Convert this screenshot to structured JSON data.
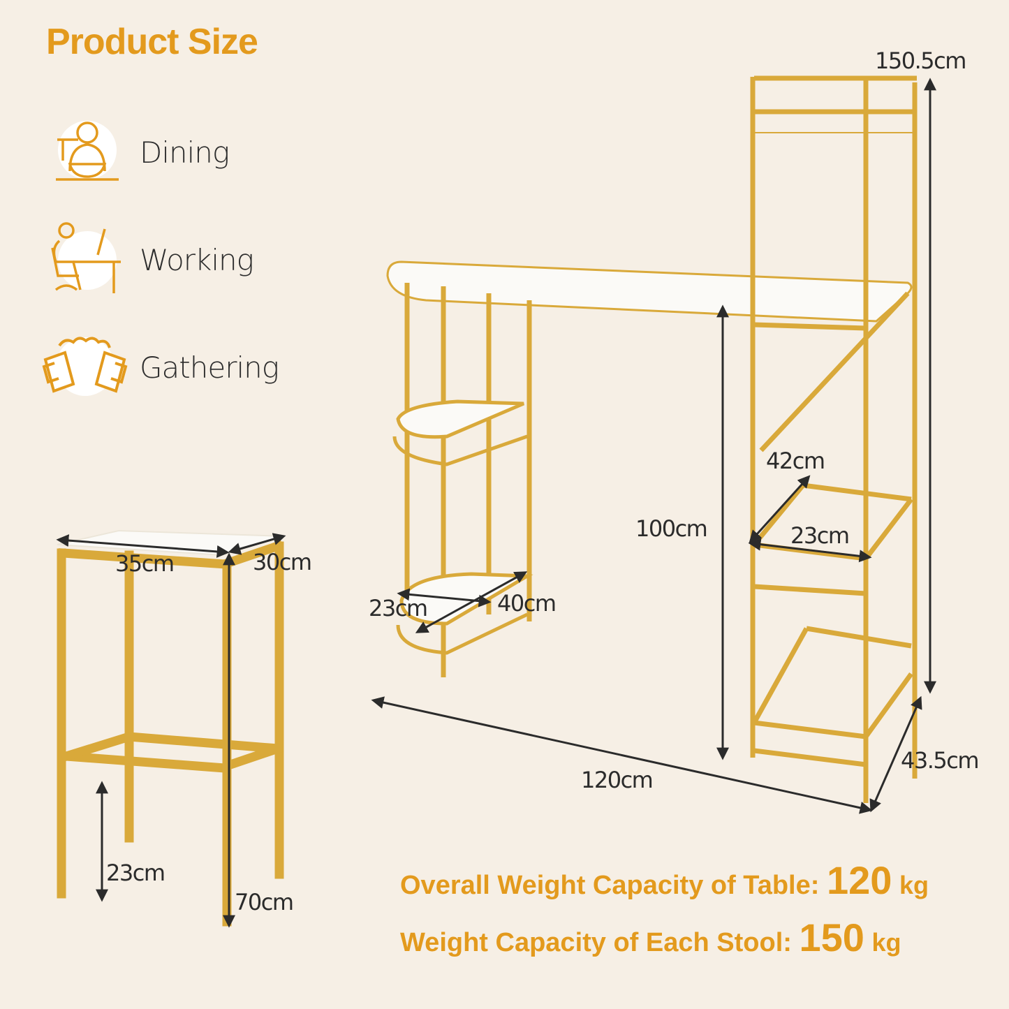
{
  "header": {
    "title": "Product Size"
  },
  "uses": [
    {
      "label": "Dining",
      "icon": "dining-person-icon"
    },
    {
      "label": "Working",
      "icon": "working-desk-icon"
    },
    {
      "label": "Gathering",
      "icon": "beer-mugs-icon"
    }
  ],
  "stool": {
    "width": "35cm",
    "depth": "30cm",
    "footrest_height": "23cm",
    "height": "70cm"
  },
  "table": {
    "tower_height": "150.5cm",
    "table_height": "100cm",
    "length": "120cm",
    "depth": "43.5cm",
    "side_shelf_depth": "23cm",
    "side_shelf_width": "40cm",
    "tower_shelf_width": "42cm",
    "tower_shelf_depth": "23cm"
  },
  "capacity": {
    "table_label": "Overall Weight Capacity of Table:",
    "table_value": "120",
    "table_unit": "kg",
    "stool_label": "Weight Capacity of Each Stool:",
    "stool_value": "150",
    "stool_unit": "kg"
  },
  "colors": {
    "background": "#f6efe5",
    "accent": "#e39a1d",
    "gold_frame": "#d9a93a",
    "text": "#2b2b2b",
    "marble": "#fbfaf7"
  }
}
